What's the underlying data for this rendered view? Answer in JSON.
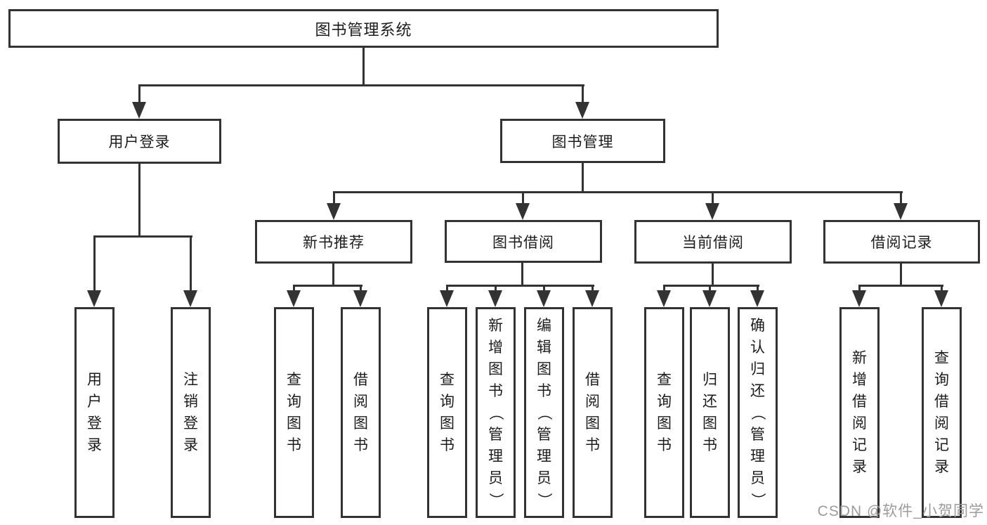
{
  "root": {
    "label": "图书管理系统"
  },
  "level2": [
    {
      "label": "用户登录"
    },
    {
      "label": "图书管理"
    }
  ],
  "level3": [
    {
      "label": "新书推荐"
    },
    {
      "label": "图书借阅"
    },
    {
      "label": "当前借阅"
    },
    {
      "label": "借阅记录"
    }
  ],
  "leaves": {
    "login": [
      "用户登录",
      "注销登录"
    ],
    "recommend": [
      "查询图书",
      "借阅图书"
    ],
    "borrow": [
      "查询图书",
      "新增图书（管理员）",
      "编辑图书（管理员）",
      "借阅图书"
    ],
    "current": [
      "查询图书",
      "归还图书",
      "确认归还（管理员）"
    ],
    "records": [
      "新增借阅记录",
      "查询借阅记录"
    ]
  },
  "watermark": {
    "text": "CSDN @软件_小贺同学"
  },
  "colors": {
    "line": "#333333",
    "text": "#1c1c1c",
    "watermark": "#9c9c9c",
    "background": "#ffffff"
  }
}
